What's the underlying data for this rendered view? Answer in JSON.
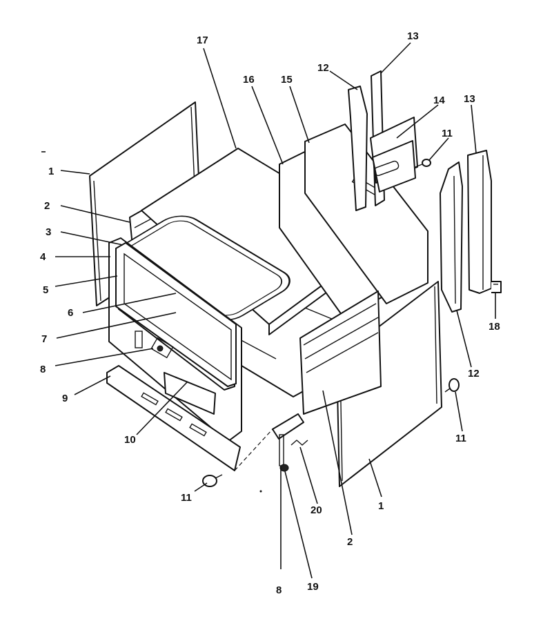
{
  "callouts": {
    "c1a": "1",
    "c1b": "1",
    "c2a": "2",
    "c2b": "2",
    "c3": "3",
    "c4": "4",
    "c5": "5",
    "c6": "6",
    "c7": "7",
    "c8a": "8",
    "c8b": "8",
    "c9": "9",
    "c10": "10",
    "c11a": "11",
    "c11b": "11",
    "c11c": "11",
    "c12a": "12",
    "c12b": "12",
    "c13a": "13",
    "c13b": "13",
    "c14": "14",
    "c15": "15",
    "c16": "16",
    "c17": "17",
    "c18": "18",
    "c19": "19",
    "c20": "20"
  },
  "colors": {
    "line": "#111111",
    "background": "#ffffff"
  }
}
